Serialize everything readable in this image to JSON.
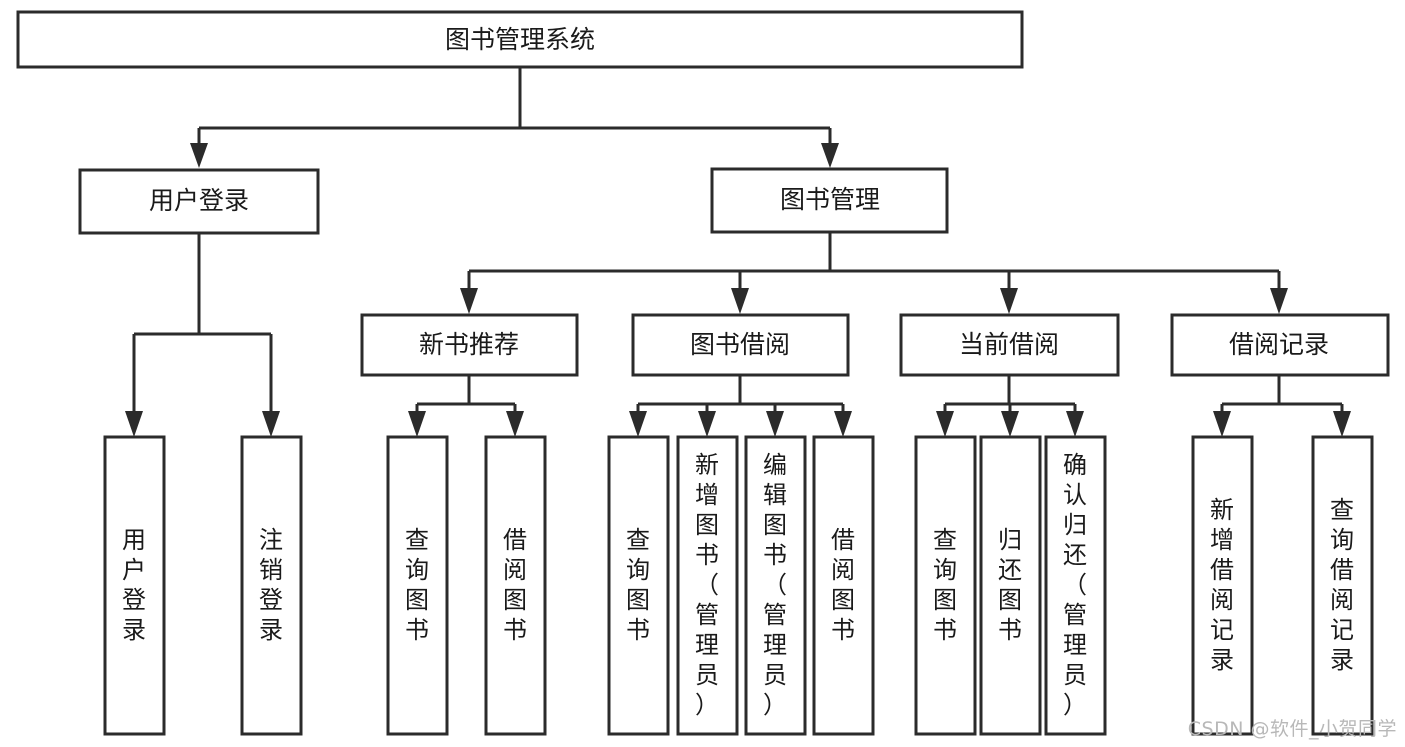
{
  "diagram": {
    "type": "tree-hierarchy",
    "orientation": "top-down",
    "colors": {
      "stroke": "#2b2b2b",
      "box_fill": "#ffffff",
      "text": "#1a1a1a",
      "background": "#ffffff",
      "watermark": "#b8b8b8"
    },
    "root": {
      "label": "图书管理系统"
    },
    "level1": [
      {
        "label": "用户登录"
      },
      {
        "label": "图书管理"
      }
    ],
    "level2": [
      {
        "label": "新书推荐"
      },
      {
        "label": "图书借阅"
      },
      {
        "label": "当前借阅"
      },
      {
        "label": "借阅记录"
      }
    ],
    "leaves": {
      "user_login": [
        {
          "label": "用户登录"
        },
        {
          "label": "注销登录"
        }
      ],
      "new_book_recommend": [
        {
          "label": "查询图书"
        },
        {
          "label": "借阅图书"
        }
      ],
      "book_borrow": [
        {
          "label": "查询图书"
        },
        {
          "label": "新增图书（管理员）"
        },
        {
          "label": "编辑图书（管理员）"
        },
        {
          "label": "借阅图书"
        }
      ],
      "current_borrow": [
        {
          "label": "查询图书"
        },
        {
          "label": "归还图书"
        },
        {
          "label": "确认归还（管理员）"
        }
      ],
      "borrow_record": [
        {
          "label": "新增借阅记录"
        },
        {
          "label": "查询借阅记录"
        }
      ]
    }
  },
  "watermark": {
    "text": "CSDN @软件_小贺同学"
  }
}
